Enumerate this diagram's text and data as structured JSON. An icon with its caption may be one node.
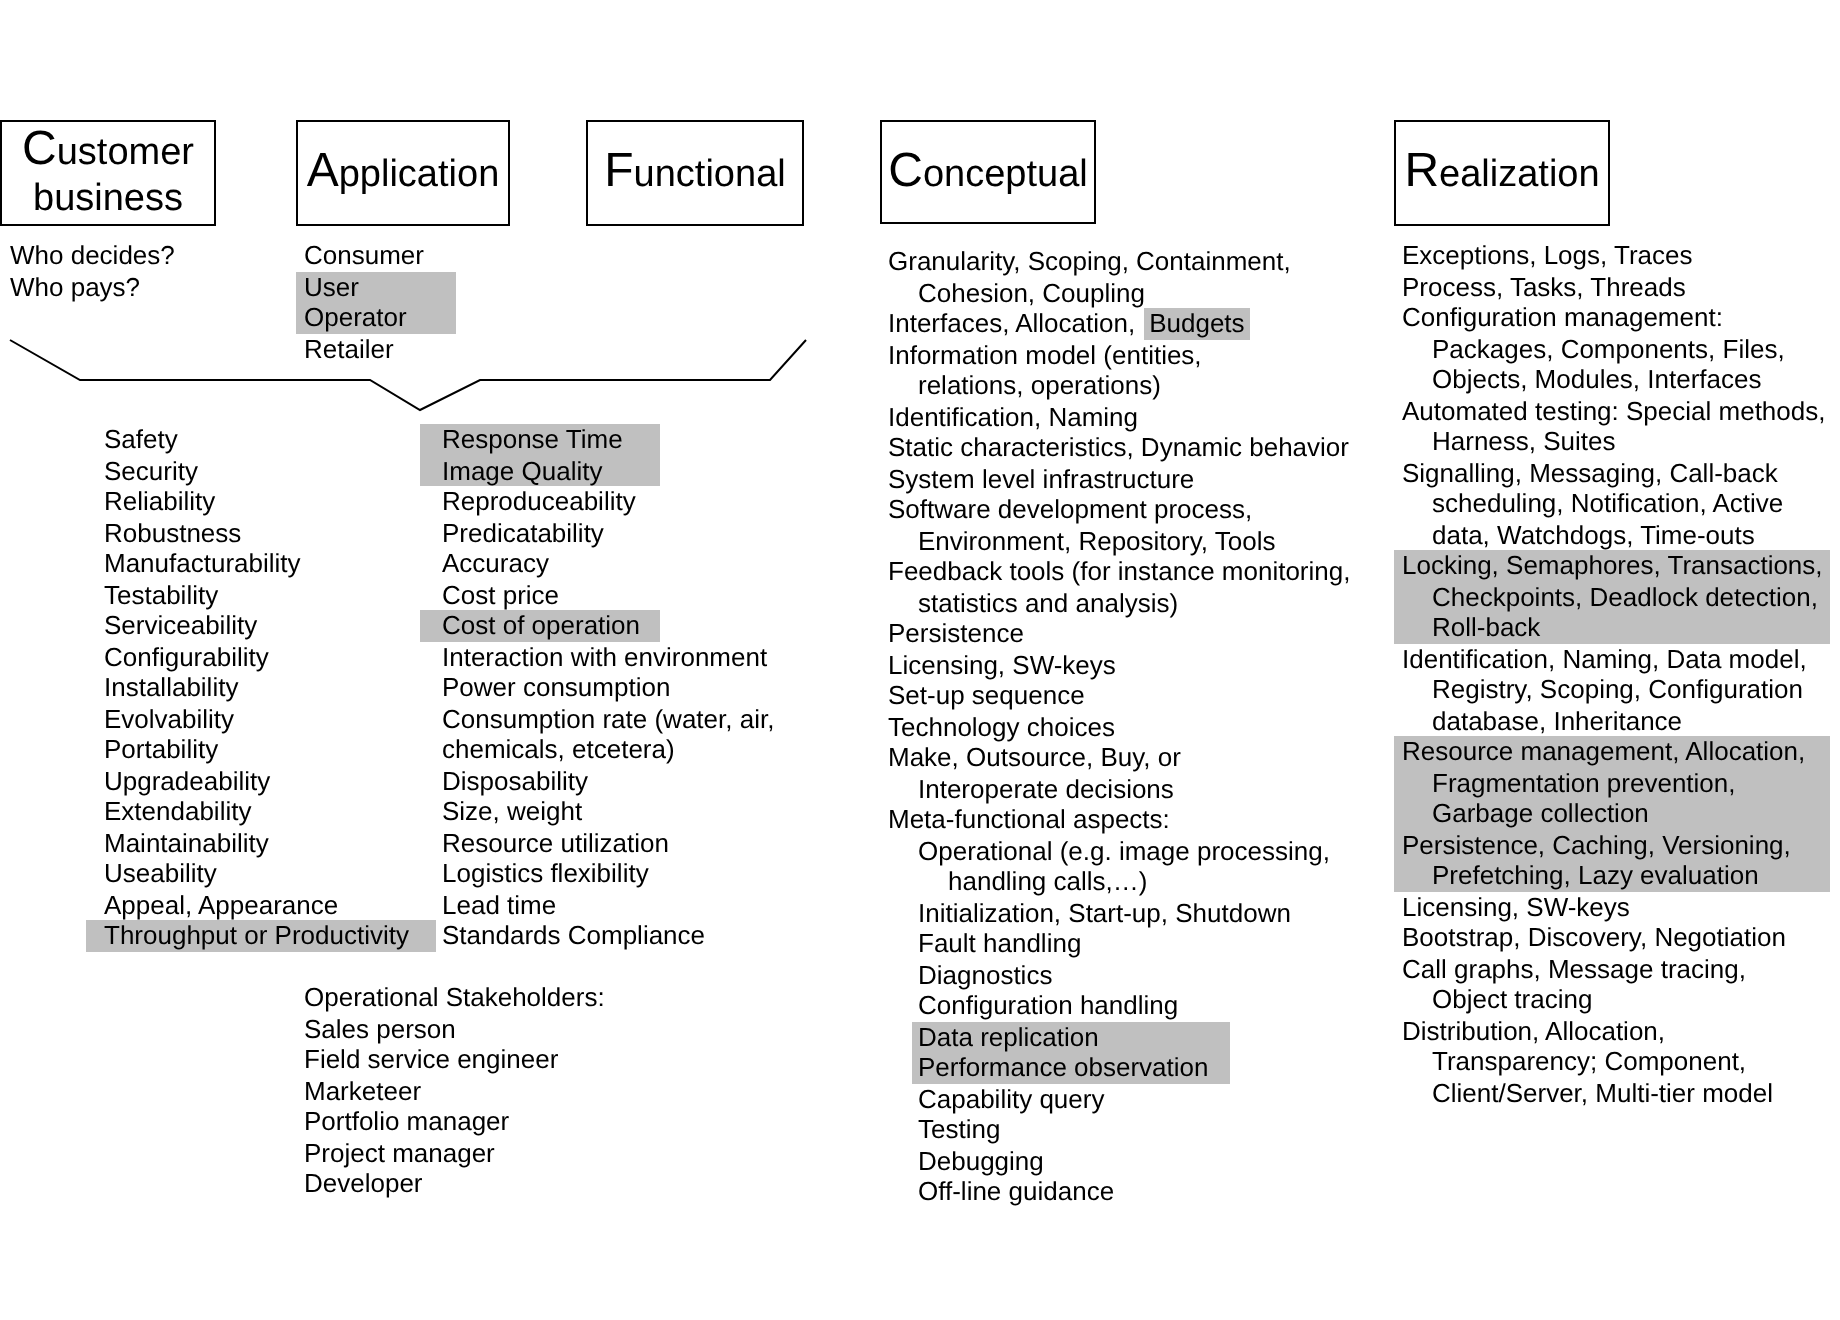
{
  "diagram": {
    "nodes": [
      {
        "text": [
          "Customer business"
        ]
      },
      {
        "text": [
          "Application"
        ]
      },
      {
        "text": [
          "Functional"
        ]
      },
      {
        "text": [
          "Conceptual"
        ]
      },
      {
        "text": [
          "Realization"
        ]
      }
    ],
    "labels": [
      "Who decides?",
      "Who pays?",
      "Consumer",
      "User",
      "Operator",
      "Retailer",
      "Safety",
      "Security",
      "Reliability",
      "Robustness",
      "Manufacturability",
      "Testability",
      "Serviceability",
      "Configurability",
      "Installability",
      "Evolvability",
      "Portability",
      "Upgradeability",
      "Extendability",
      "Maintainability",
      "Useability",
      "Appeal, Appearance",
      "Throughput or Productivity",
      "Response Time",
      "Image Quality",
      "Reproduceability",
      "Predicatability",
      "Accuracy",
      "Cost price",
      "Cost of operation",
      "Interaction with environment",
      "Power consumption",
      "Consumption rate (water, air, chemicals, etcetera)",
      "Disposability",
      "Size, weight",
      "Resource utilization",
      "Logistics flexibility",
      "Lead time",
      "Standards Compliance",
      "Operational Stakeholders:",
      "Sales person",
      "Field service engineer",
      "Marketeer",
      "Portfolio manager",
      "Project manager",
      "Developer",
      "Granularity, Scoping, Containment, Cohesion, Coupling",
      "Interfaces, Allocation,",
      "Budgets",
      "Information model (entities, relations, operations)",
      "Identification, Naming",
      "Static characteristics, Dynamic behavior",
      "System level infrastructure",
      "Software development process, Environment, Repository, Tools",
      "Feedback tools (for instance monitoring, statistics and analysis)",
      "Persistence",
      "Licensing, SW-keys",
      "Set-up sequence",
      "Technology choices",
      "Make, Outsource, Buy, or Interoperate decisions",
      "Meta-functional aspects:",
      "Operational (e.g. image processing, handling calls,…)",
      "Initialization, Start-up, Shutdown",
      "Fault handling",
      "Diagnostics",
      "Configuration handling",
      "Data replication",
      "Performance observation",
      "Capability query",
      "Testing",
      "Debugging",
      "Off-line guidance",
      "Exceptions, Logs, Traces",
      "Process, Tasks, Threads",
      "Configuration management: Packages, Components, Files, Objects, Modules, Interfaces",
      "Automated testing: Special methods, Harness, Suites",
      "Signalling, Messaging, Call-back scheduling, Notification, Active data, Watchdogs, Time-outs",
      "Locking, Semaphores, Transactions, Checkpoints, Deadlock detection, Roll-back",
      "Identification, Naming, Data model, Registry, Scoping, Configuration database, Inheritance",
      "Resource management, Allocation, Fragmentation prevention, Garbage collection",
      "Persistence, Caching, Versioning, Prefetching, Lazy evaluation",
      "Licensing, SW-keys",
      "Bootstrap, Discovery, Negotiation",
      "Call graphs, Message tracing, Object tracing",
      "Distribution, Allocation, Transparency; Component, Client/Server, Multi-tier model"
    ]
  }
}
